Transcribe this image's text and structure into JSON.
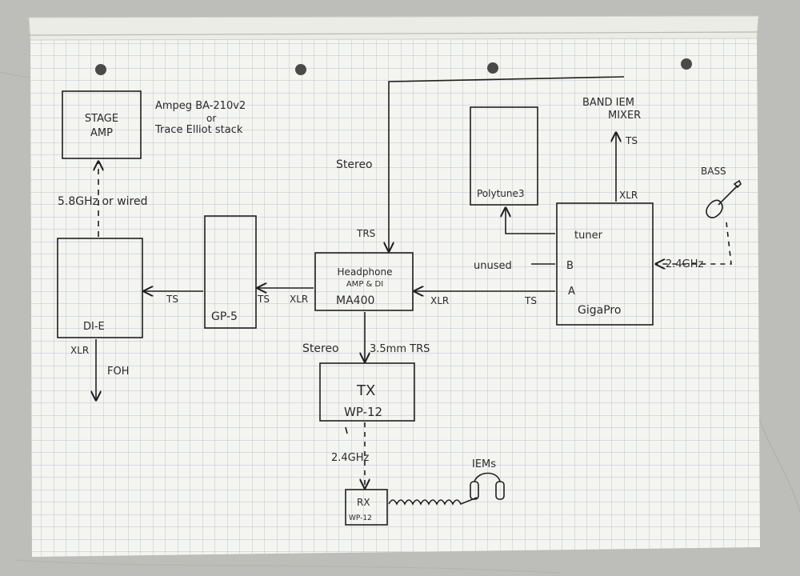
{
  "colors": {
    "ink": "#1f1f1f",
    "paper": "#f4f4f1",
    "grid": "#a9b3c0",
    "background": "#bdbdb9"
  },
  "blocks": {
    "stage_amp": {
      "line1": "STAGE",
      "line2": "AMP"
    },
    "amp_options": {
      "line1": "Ampeg BA-210v2",
      "line2": "or",
      "line3": "Trace Elliot stack"
    },
    "di_e": "DI-E",
    "gp5": "GP-5",
    "ma400": {
      "line1": "Headphone",
      "line2": "AMP & DI",
      "line3": "MA400"
    },
    "polytune": "Polytune3",
    "gigapro": {
      "tuner": "tuner",
      "b": "B",
      "a": "A",
      "name": "GigaPro"
    },
    "band_iem": {
      "line1": "BAND IEM",
      "line2": "MIXER"
    },
    "bass": "BASS",
    "tx": {
      "line1": "TX",
      "line2": "WP-12"
    },
    "rx": {
      "line1": "RX",
      "line2": "WP-12"
    },
    "iems": "IEMs"
  },
  "labels": {
    "wireless_stage": "5.8GHz or wired",
    "stereo_top": "Stereo",
    "trs_top": "TRS",
    "ts_band": "TS",
    "xlr_band": "XLR",
    "unused": "unused",
    "wireless_bass": "2.4GHz",
    "ts_di": "TS",
    "ts_gp5": "TS",
    "xlr_gp5": "XLR",
    "xlr_ma": "XLR",
    "ts_giga": "TS",
    "xlr_di": "XLR",
    "foh": "FOH",
    "stereo_bottom": "Stereo",
    "trs_35": "3.5mm TRS",
    "wireless_iem": "2.4GHz"
  }
}
